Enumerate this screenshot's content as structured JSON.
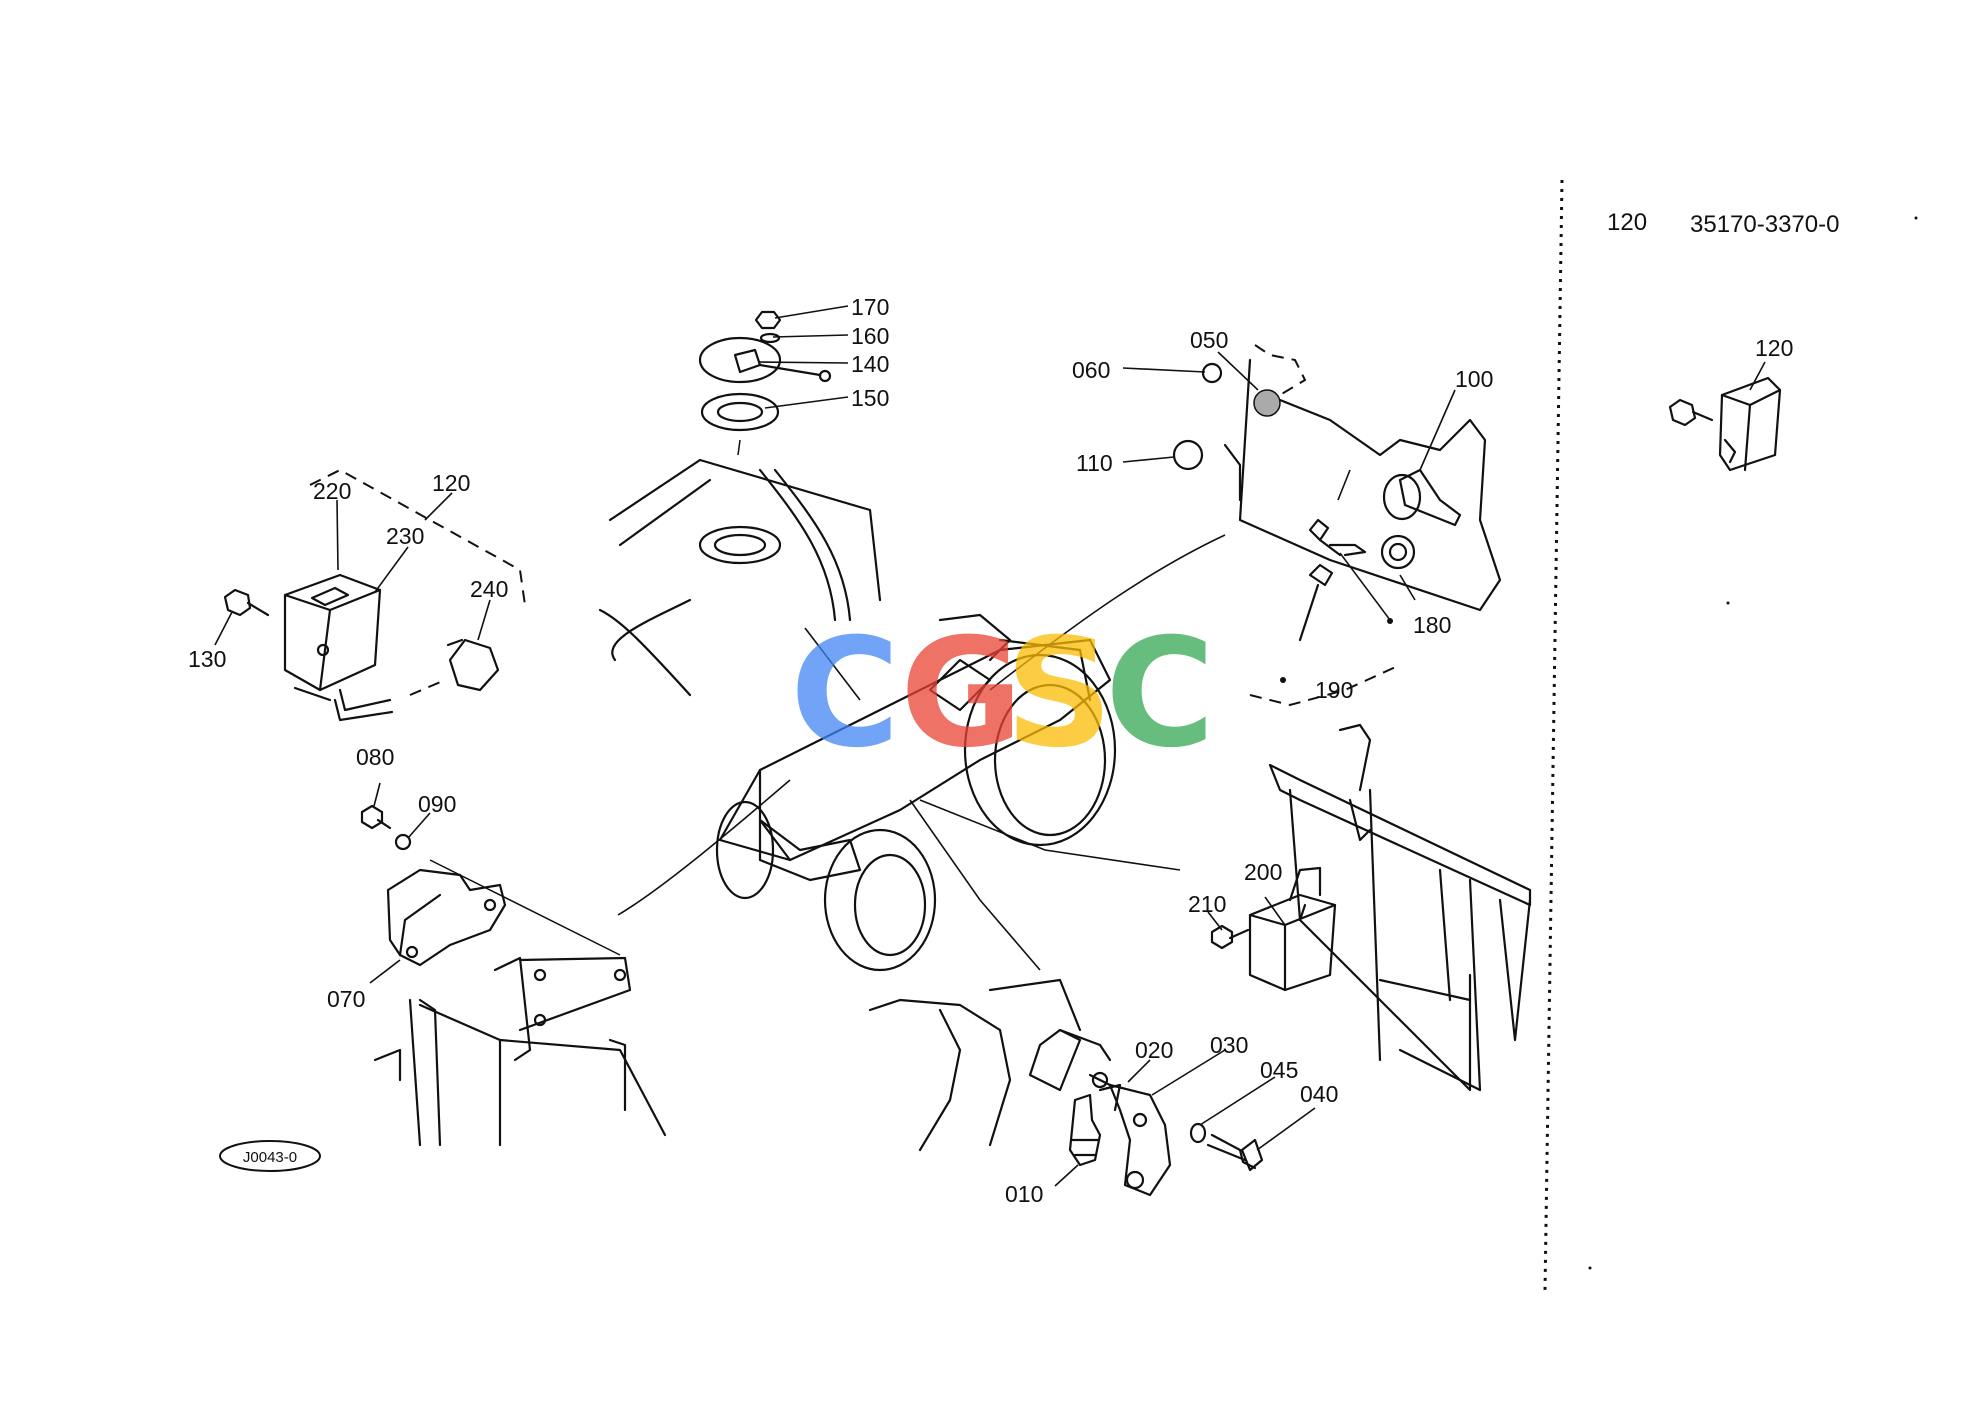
{
  "watermark": {
    "letters": [
      "C",
      "G",
      "S",
      "C"
    ],
    "colors": [
      "#4285F4",
      "#EA4335",
      "#FBBC05",
      "#34A853"
    ]
  },
  "side_panel": {
    "ref_no": "120",
    "part_number": "35170-3370-0",
    "figure_label": "120"
  },
  "diagram_id": "J0043-0",
  "callouts": {
    "c170": "170",
    "c160": "160",
    "c140": "140",
    "c150": "150",
    "c050": "050",
    "c060": "060",
    "c110": "110",
    "c100": "100",
    "c180": "180",
    "c190": "190",
    "c220": "220",
    "c120": "120",
    "c230": "230",
    "c240": "240",
    "c130": "130",
    "c080": "080",
    "c090": "090",
    "c070": "070",
    "c200": "200",
    "c210": "210",
    "c020": "020",
    "c030": "030",
    "c045": "045",
    "c040": "040",
    "c010": "010"
  }
}
